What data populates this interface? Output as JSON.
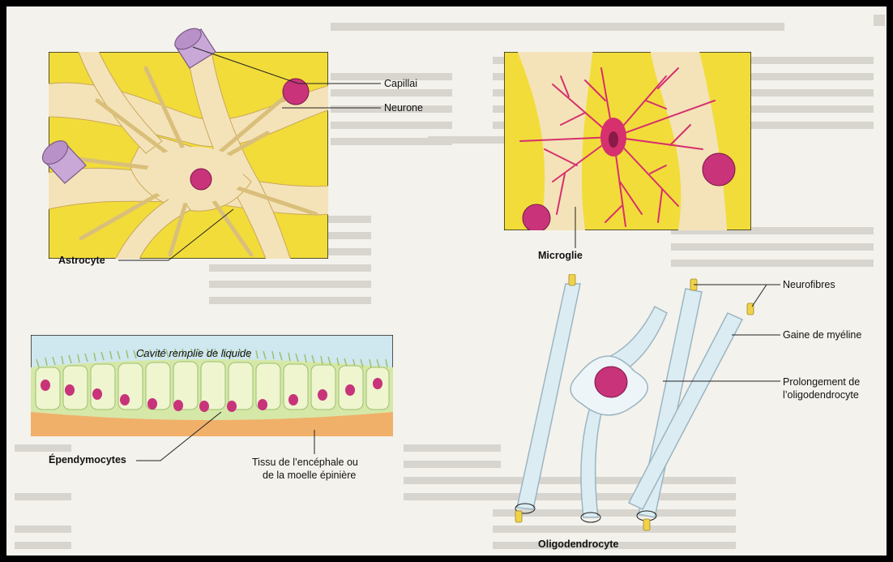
{
  "labels": {
    "capillai": "Capillai",
    "neurone": "Neurone",
    "astrocyte": "Astrocyte",
    "microglie": "Microglie",
    "cavite": "Cavité remplie de liquide",
    "ependymocytes": "Épendymocytes",
    "tissu_line1": "Tissu de l’encéphale ou",
    "tissu_line2": "de la moelle épinière",
    "neurofibres": "Neurofibres",
    "gaine": "Gaine de myéline",
    "prolongement_line1": "Prolongement de",
    "prolongement_line2": "l’oligodendrocyte",
    "oligodendrocyte": "Oligodendrocyte"
  },
  "colors": {
    "yellow": "#f2dc3a",
    "cream": "#f4e3b8",
    "purple": "#c8337a",
    "microglia": "#d6306e",
    "capillary": "#c9a8d8",
    "myelin": "#dcecf3",
    "green": "#b9d87a",
    "orange": "#f0b06a"
  }
}
